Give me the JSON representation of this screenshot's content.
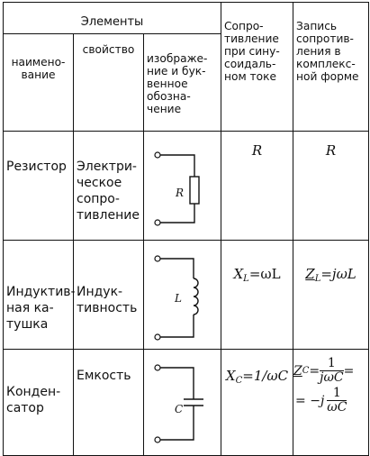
{
  "header": {
    "group_label": "Элементы",
    "col_name": "наимено-\nвание",
    "col_property": "свойство",
    "col_symbol": "изображе-\nние и бук-\nвенное\nобозна-\nчение",
    "col_sin_resistance": "Сопро-\nтивление\nпри сину-\nсоидаль-\nном токе",
    "col_complex": "Запись\nсопротив-\nления в\nкомплекс-\nной форме"
  },
  "rows": [
    {
      "name": "Резистор",
      "property": "Электри-\nческое\nсопро-\nтивление",
      "symbol_label": "R",
      "sin_resistance": "R",
      "complex": "R"
    },
    {
      "name": "Индуктив-\nная ка-\nтушка",
      "property": "Индук-\nтивность",
      "symbol_label": "L",
      "sin_resistance": {
        "sym": "X",
        "sub": "L",
        "eq": "=ωL"
      },
      "complex": {
        "sym": "Z",
        "sub": "L",
        "eq": "=jωL"
      }
    },
    {
      "name": "Конден-\nсатор",
      "property": "Емкость",
      "symbol_label": "C",
      "sin_resistance": {
        "sym": "X",
        "sub": "C",
        "eq": "=1/ωC"
      },
      "complex": {
        "sym": "Z",
        "sub": "C",
        "eq": "=",
        "num": "1",
        "den": "jωC",
        "eq2": "=",
        "prefix": "= −j",
        "num2": "1",
        "den2": "ωC"
      }
    }
  ]
}
